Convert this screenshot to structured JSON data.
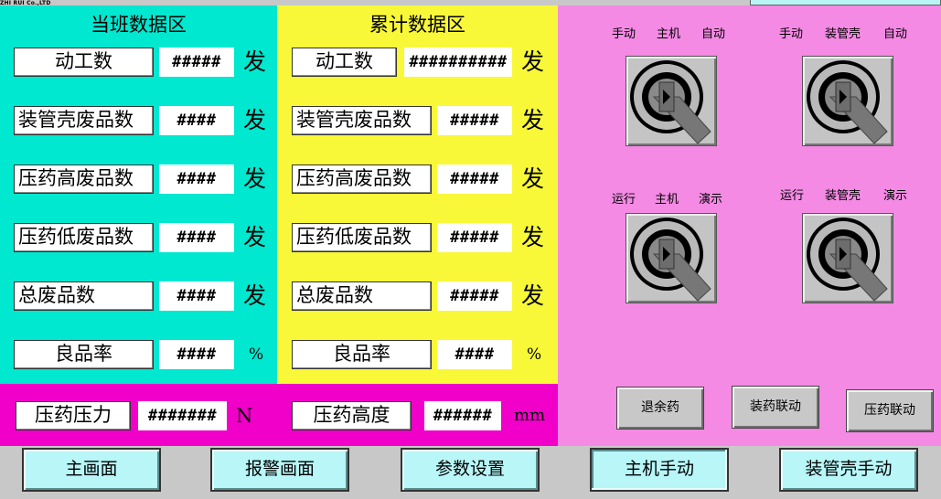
{
  "brand": "ZHI RUI Co.,LTD",
  "shift": {
    "title": "当班数据区",
    "rows": [
      {
        "label": "动工数",
        "value": "#####",
        "unit": "发"
      },
      {
        "label": "装管壳废品数",
        "value": "####",
        "unit": "发"
      },
      {
        "label": "压药高废品数",
        "value": "####",
        "unit": "发"
      },
      {
        "label": "压药低废品数",
        "value": "####",
        "unit": "发"
      },
      {
        "label": "总废品数",
        "value": "####",
        "unit": "发"
      },
      {
        "label": "良品率",
        "value": "####",
        "unit": "%"
      }
    ]
  },
  "cumulative": {
    "title": "累计数据区",
    "rows": [
      {
        "label": "动工数",
        "value": "##########",
        "unit": "发"
      },
      {
        "label": "装管壳废品数",
        "value": "#####",
        "unit": "发"
      },
      {
        "label": "压药高废品数",
        "value": "#####",
        "unit": "发"
      },
      {
        "label": "压药低废品数",
        "value": "#####",
        "unit": "发"
      },
      {
        "label": "总废品数",
        "value": "#####",
        "unit": "发"
      },
      {
        "label": "良品率",
        "value": "####",
        "unit": "%"
      }
    ]
  },
  "press": {
    "pressure_label": "压药压力",
    "pressure_value": "#######",
    "pressure_unit": "N",
    "height_label": "压药高度",
    "height_value": "######",
    "height_unit": "mm"
  },
  "switches": [
    {
      "labels": [
        "手动",
        "主机",
        "自动"
      ],
      "icon": "rotary-selector-icon"
    },
    {
      "labels": [
        "手动",
        "装管壳",
        "自动"
      ],
      "icon": "rotary-selector-icon"
    },
    {
      "labels": [
        "运行",
        "主机",
        "演示"
      ],
      "icon": "rotary-selector-icon"
    },
    {
      "labels": [
        "运行",
        "装管壳",
        "演示"
      ],
      "icon": "rotary-selector-icon"
    }
  ],
  "actions": {
    "return_powder": "退余药",
    "charge_link": "装药联动",
    "press_link": "压药联动"
  },
  "nav": {
    "main": "主画面",
    "alarm": "报警画面",
    "params": "参数设置",
    "host_manual": "主机手动",
    "shell_manual": "装管壳手动"
  },
  "colors": {
    "shift_bg": "#00e8d0",
    "cumulative_bg": "#f8f838",
    "switch_panel_bg": "#f48ae4",
    "press_bg": "#f000c8",
    "nav_button": "#b8f6f8"
  }
}
